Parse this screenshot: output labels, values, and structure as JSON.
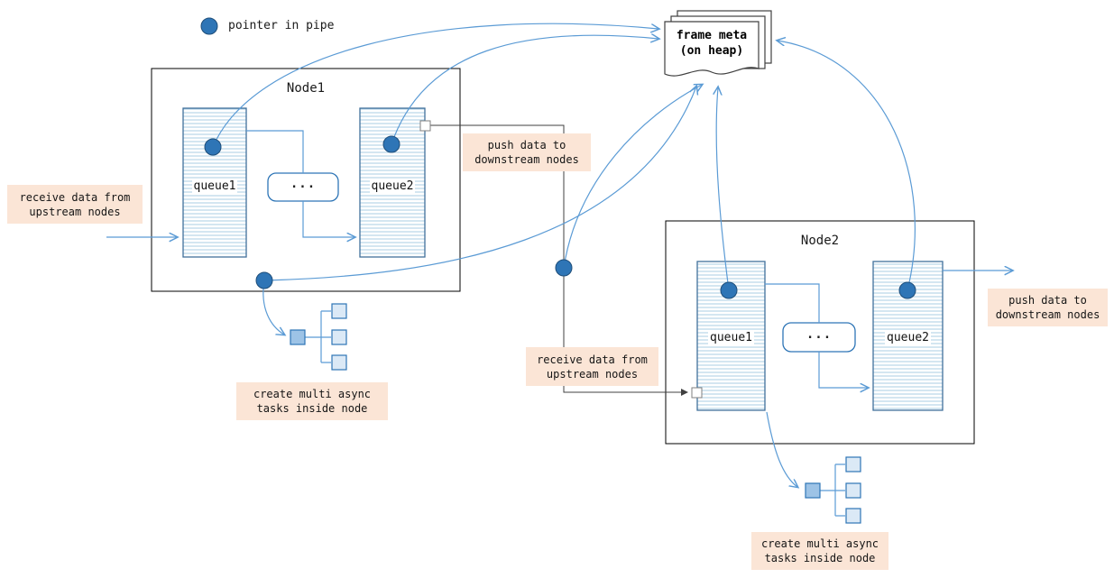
{
  "legend": {
    "label": "pointer in pipe"
  },
  "frame_meta": {
    "line1": "frame meta",
    "line2": "(on heap)"
  },
  "node1": {
    "title": "Node1",
    "queue1_label": "queue1",
    "queue2_label": "queue2",
    "dots": "..."
  },
  "node2": {
    "title": "Node2",
    "queue1_label": "queue1",
    "queue2_label": "queue2",
    "dots": "..."
  },
  "labels": {
    "receive_node1": {
      "line1": "receive data from",
      "line2": "upstream nodes"
    },
    "push_node1": {
      "line1": "push data to",
      "line2": "downstream nodes"
    },
    "create_node1": {
      "line1": "create multi async",
      "line2": "tasks inside node"
    },
    "receive_node2": {
      "line1": "receive data from",
      "line2": "upstream nodes"
    },
    "push_node2": {
      "line1": "push data to",
      "line2": "downstream nodes"
    },
    "create_node2": {
      "line1": "create multi async",
      "line2": "tasks inside node"
    }
  },
  "colors": {
    "pointer-blue": "#2e75b6",
    "arrow-blue": "#5b9bd5",
    "stripe-blue": "#a9cce3",
    "queue-border": "#41719c",
    "label-peach": "#fbe5d6",
    "line-dark": "#404040",
    "task-fill": "#9dc3e6",
    "task-light": "#dbe9f6"
  }
}
